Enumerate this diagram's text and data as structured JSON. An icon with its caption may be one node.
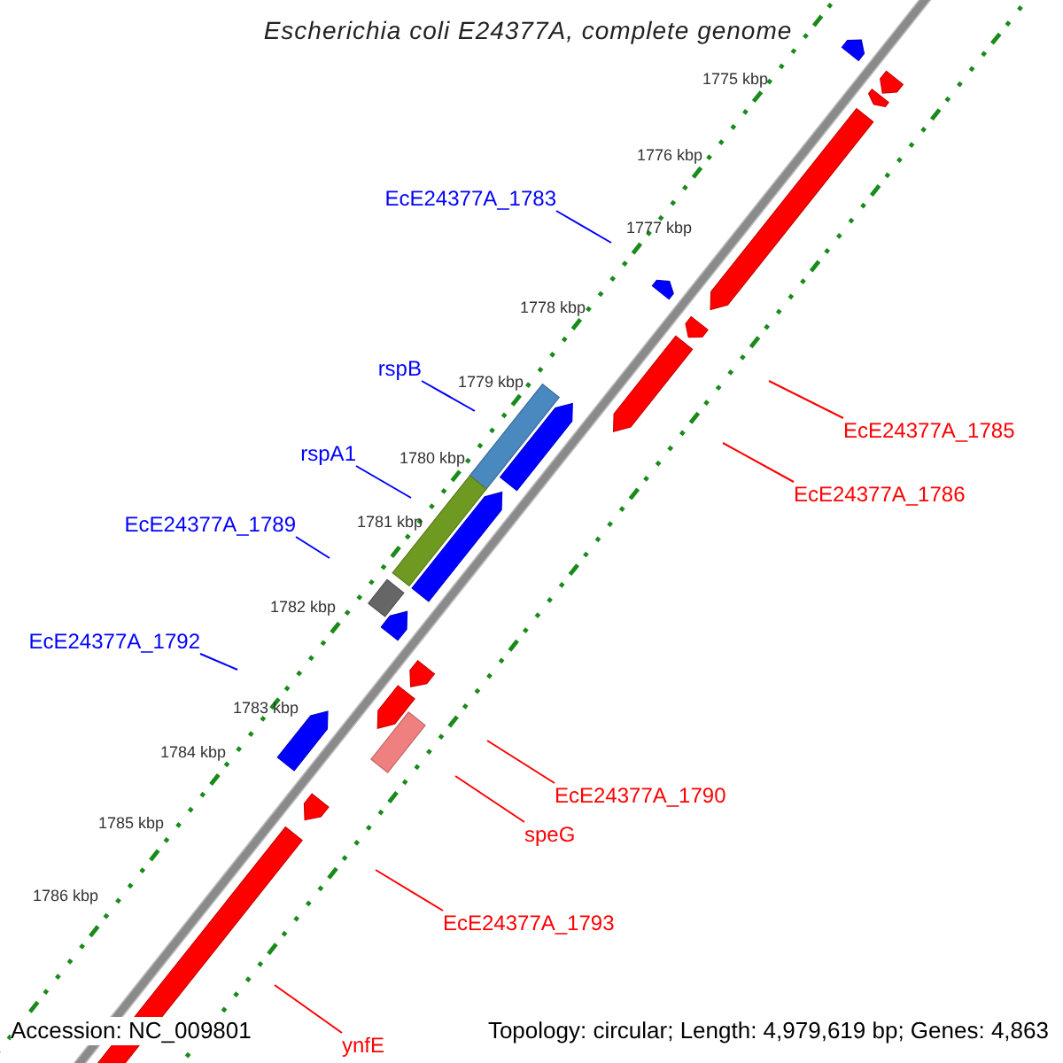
{
  "diagram": {
    "title": "Escherichia coli E24377A, complete genome",
    "nodes": [
      {
        "text": [
          "EcE24377A_1783"
        ]
      },
      {
        "text": [
          "rspB"
        ]
      },
      {
        "text": [
          "rspA1"
        ]
      },
      {
        "text": [
          "EcE24377A_1789"
        ]
      },
      {
        "text": [
          "EcE24377A_1792"
        ]
      },
      {
        "text": [
          "EcE24377A_1785"
        ]
      },
      {
        "text": [
          "EcE24377A_1786"
        ]
      },
      {
        "text": [
          "EcE24377A_1790"
        ]
      },
      {
        "text": [
          "speG"
        ]
      },
      {
        "text": [
          "EcE24377A_1793"
        ]
      },
      {
        "text": [
          "ynfE"
        ]
      }
    ],
    "edges": [
      {
        "from": 0,
        "to": null,
        "arrow": "none",
        "color": "#0000ff"
      },
      {
        "from": 1,
        "to": null,
        "arrow": "none",
        "color": "#0000ff"
      },
      {
        "from": 2,
        "to": null,
        "arrow": "none",
        "color": "#0000ff"
      },
      {
        "from": 3,
        "to": null,
        "arrow": "none",
        "color": "#0000ff"
      },
      {
        "from": 4,
        "to": null,
        "arrow": "none",
        "color": "#0000ff"
      },
      {
        "from": 5,
        "to": null,
        "arrow": "none",
        "color": "#ff0000"
      },
      {
        "from": 6,
        "to": null,
        "arrow": "none",
        "color": "#ff0000"
      },
      {
        "from": 7,
        "to": null,
        "arrow": "none",
        "color": "#ff0000"
      },
      {
        "from": 8,
        "to": null,
        "arrow": "none",
        "color": "#ff0000"
      },
      {
        "from": 9,
        "to": null,
        "arrow": "none",
        "color": "#ff0000"
      },
      {
        "from": 10,
        "to": null,
        "arrow": "none",
        "color": "#ff0000"
      }
    ],
    "labels": [
      "1775 kbp",
      "1776 kbp",
      "1777 kbp",
      "1778 kbp",
      "1779 kbp",
      "1780 kbp",
      "1781 kbp",
      "1782 kbp",
      "1783 kbp",
      "1784 kbp",
      "1785 kbp",
      "1786 kbp",
      "Accession: NC_009801",
      "Topology: circular; Length: 4,979,619 bp; Genes: 4,863"
    ]
  }
}
